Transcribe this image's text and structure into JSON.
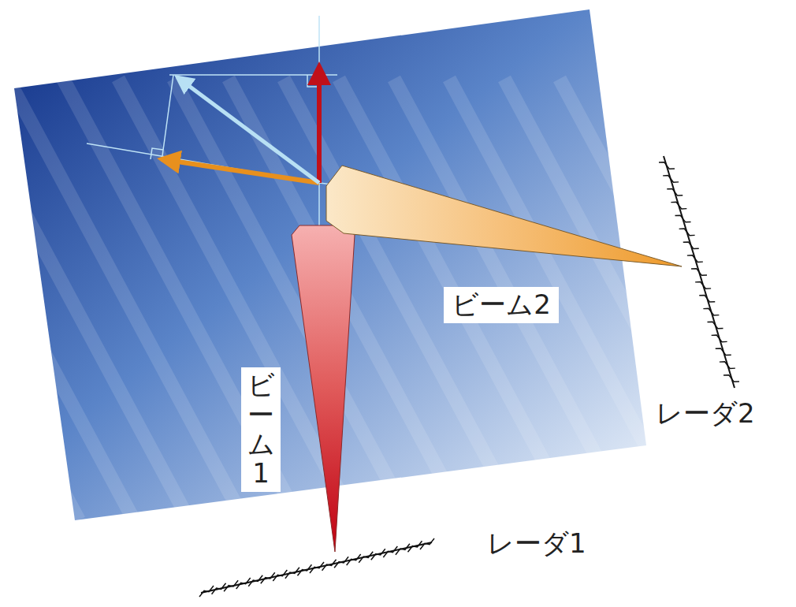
{
  "diagram": {
    "nodes": [
      {
        "text": [
          "ビーム2"
        ]
      },
      {
        "text": [
          "ビーム1"
        ]
      }
    ],
    "labels": [
      "レーダ2",
      "レーダ1"
    ]
  }
}
